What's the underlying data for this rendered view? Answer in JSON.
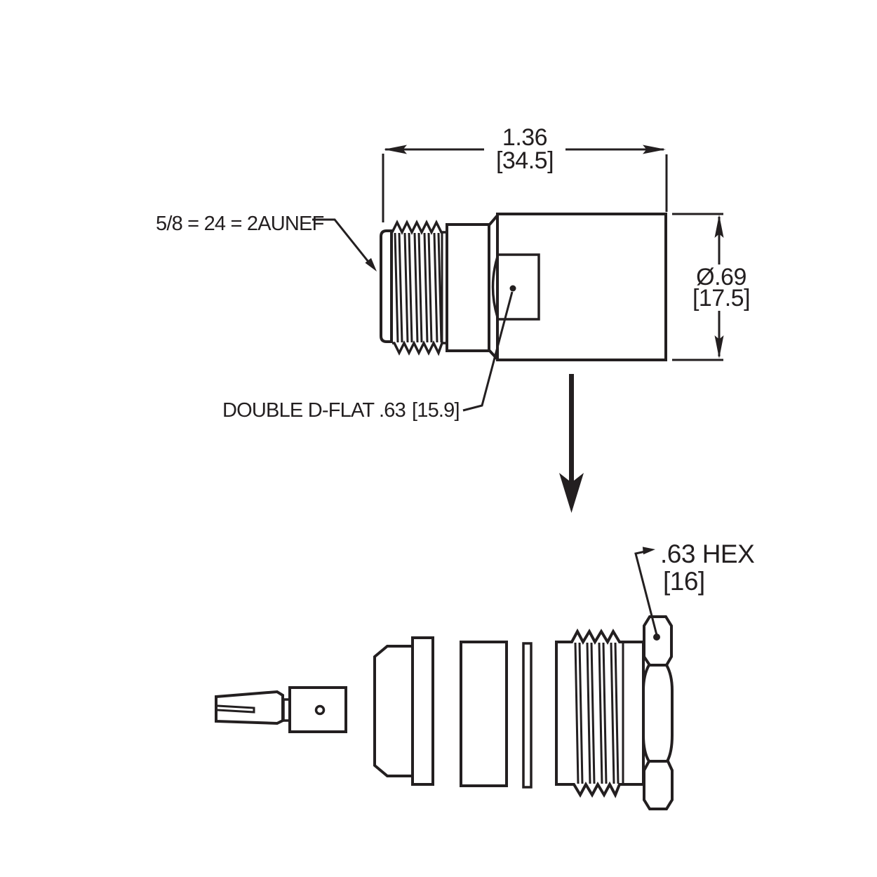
{
  "document": {
    "type": "connector technical drawing",
    "background_color": "#ffffff",
    "ink_color": "#231f20"
  },
  "side_view": {
    "length_dimension": {
      "inches": "1.36",
      "millimeters": "[34.5]"
    },
    "diameter_dimension": {
      "inches": "Ø.69",
      "millimeters": "[17.5]"
    },
    "thread_callout": {
      "label": "5/8 = 24 = 2AUNEF"
    },
    "d_flat_callout": {
      "label": "DOUBLE D-FLAT .63",
      "millimeters": "[15.9]"
    }
  },
  "exploded_view": {
    "hex_callout": {
      "label": ".63 HEX",
      "millimeters": "[16]"
    }
  },
  "icons": {
    "exploded_direction": "down-arrow"
  }
}
